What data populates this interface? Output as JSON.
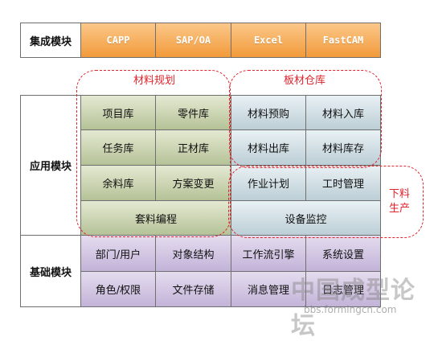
{
  "integration": {
    "label": "集成模块",
    "items": [
      "CAPP",
      "SAP/OA",
      "Excel",
      "FastCAM"
    ]
  },
  "application": {
    "label": "应用模块",
    "material_planning": {
      "title": "材料规划",
      "items": [
        "项目库",
        "零件库",
        "任务库",
        "正材库",
        "余料库",
        "方案变更",
        "套料编程"
      ]
    },
    "plate_warehouse": {
      "title": "板材仓库",
      "items": [
        "材料预购",
        "材料入库",
        "材料出库",
        "材料库存"
      ]
    },
    "production": {
      "title_line1": "下料",
      "title_line2": "生产",
      "items": [
        "作业计划",
        "工时管理",
        "设备监控"
      ]
    }
  },
  "base": {
    "label": "基础模块",
    "items": [
      "部门/用户",
      "对象结构",
      "工作流引擎",
      "系统设置",
      "角色/权限",
      "文件存储",
      "消息管理",
      "日志管理"
    ]
  },
  "watermark": {
    "line1": "中国成型论坛",
    "line2": "bbs.formingcn.com"
  },
  "colors": {
    "integration": "#f5a74f",
    "planning": "#c8d2ae",
    "warehouse": "#cfdde3",
    "base": "#d3c8e5",
    "dashed": "#e0242c"
  }
}
